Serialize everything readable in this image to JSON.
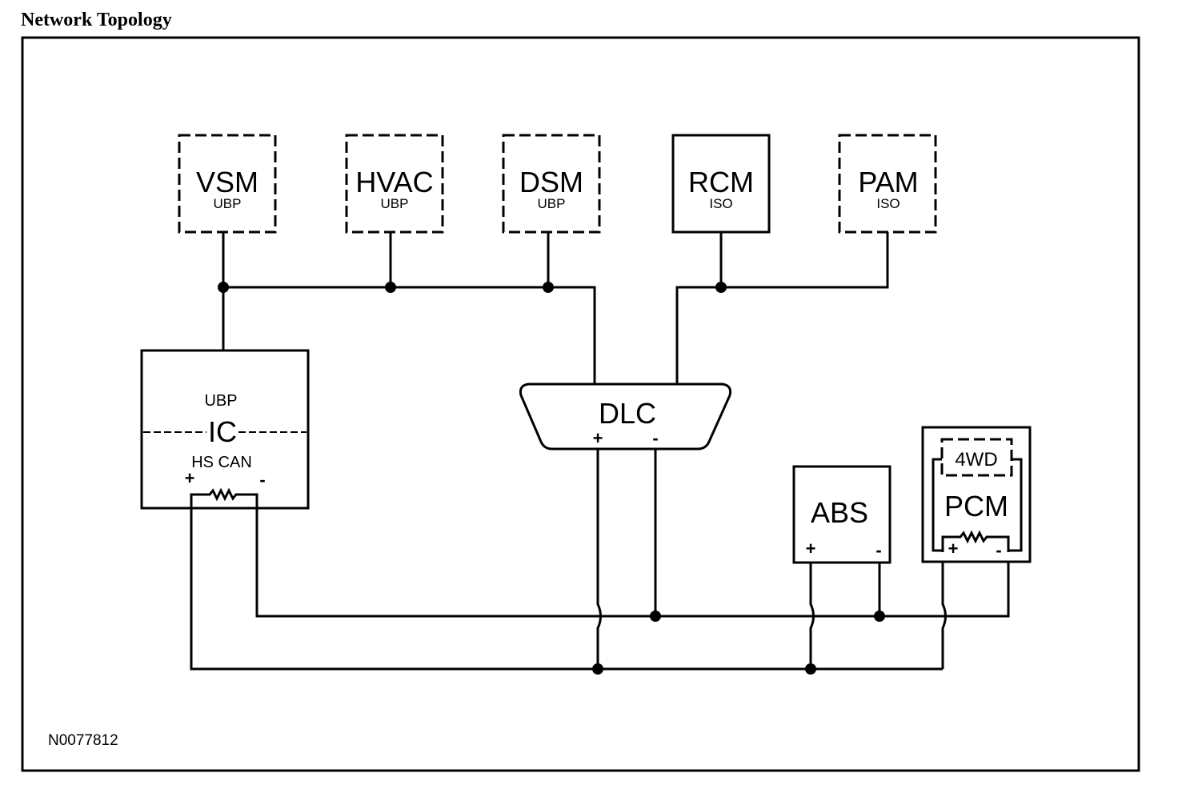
{
  "title": "Network Topology",
  "figure_id": "N0077812",
  "colors": {
    "line": "#000000",
    "background": "#ffffff"
  },
  "modules": {
    "vsm": {
      "name": "VSM",
      "protocol": "UBP",
      "optional": true
    },
    "hvac": {
      "name": "HVAC",
      "protocol": "UBP",
      "optional": true
    },
    "dsm": {
      "name": "DSM",
      "protocol": "UBP",
      "optional": true
    },
    "rcm": {
      "name": "RCM",
      "protocol": "ISO",
      "optional": false
    },
    "pam": {
      "name": "PAM",
      "protocol": "ISO",
      "optional": true
    },
    "ic": {
      "name": "IC",
      "upper_network": "UBP",
      "lower_network": "HS CAN",
      "plus": "+",
      "minus": "-"
    },
    "dlc": {
      "name": "DLC",
      "plus": "+",
      "minus": "-"
    },
    "abs": {
      "name": "ABS",
      "plus": "+",
      "minus": "-",
      "optional": false
    },
    "pcm": {
      "name": "PCM",
      "plus": "+",
      "minus": "-",
      "optional": false
    },
    "fourwd": {
      "name": "4WD",
      "optional": true
    }
  },
  "networks": {
    "ubp_bus": [
      "VSM",
      "HVAC",
      "DSM",
      "IC",
      "DLC"
    ],
    "iso_bus": [
      "RCM",
      "PAM",
      "DLC"
    ],
    "hs_can_plus": [
      "IC",
      "DLC",
      "ABS",
      "PCM"
    ],
    "hs_can_minus": [
      "IC",
      "DLC",
      "ABS",
      "PCM"
    ]
  }
}
